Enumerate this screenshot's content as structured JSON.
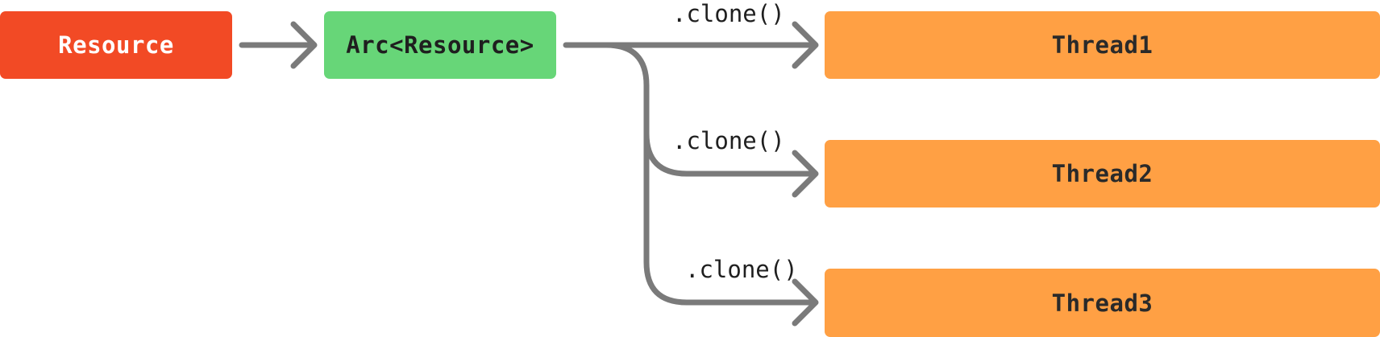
{
  "colors": {
    "resource": "#f24a25",
    "arc": "#67d678",
    "thread": "#ffa044",
    "connector": "#7a7a7a"
  },
  "nodes": {
    "resource": "Resource",
    "arc": "Arc<Resource>",
    "thread1": "Thread1",
    "thread2": "Thread2",
    "thread3": "Thread3"
  },
  "edges": {
    "resource_to_arc": "",
    "clone1": ".clone()",
    "clone2": ".clone()",
    "clone3": ".clone()"
  }
}
